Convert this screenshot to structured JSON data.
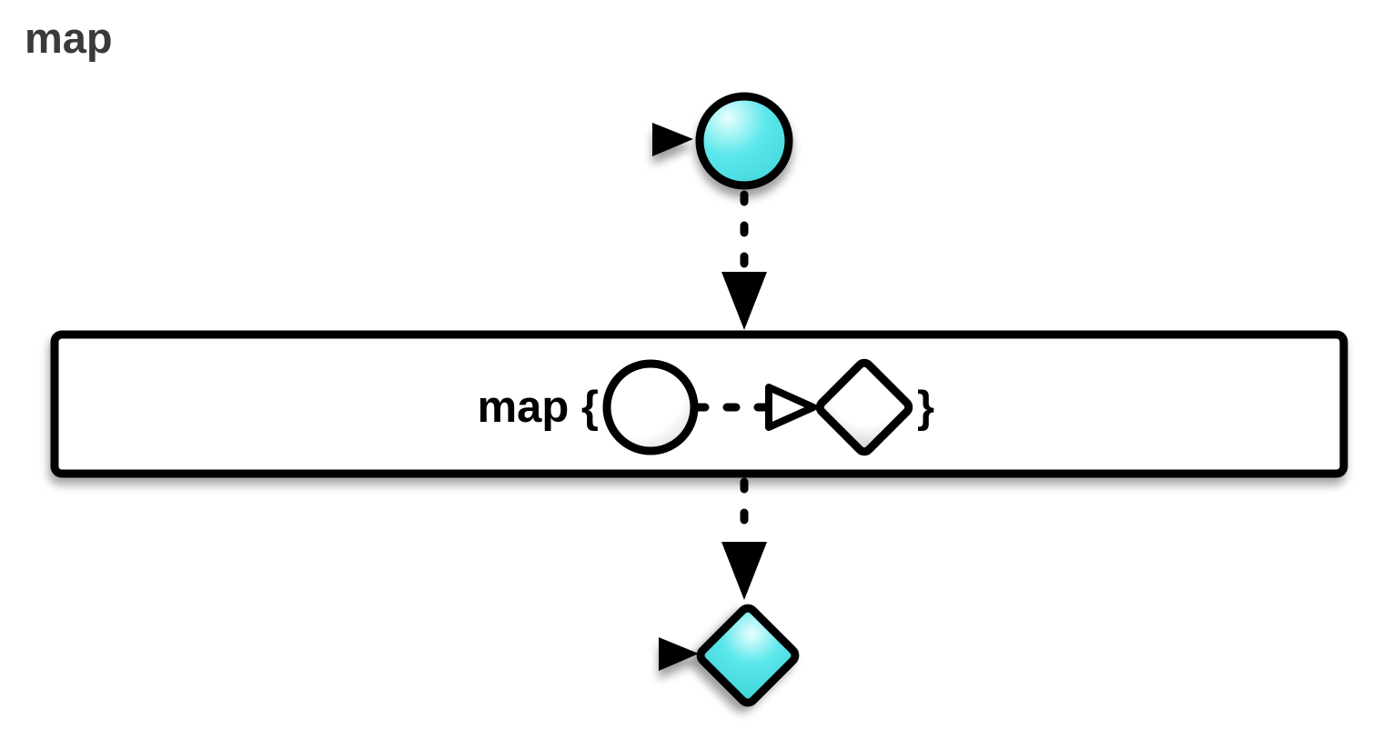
{
  "title": "map",
  "operator_box": {
    "label_prefix": "map {",
    "label_suffix": "}",
    "inner_shapes": [
      "circle-marble",
      "dashed-arrow",
      "triangle-transform-icon",
      "diamond-marble"
    ]
  },
  "input_stream": {
    "marble_shape": "circle",
    "marble_color_name": "cyan"
  },
  "output_stream": {
    "marble_shape": "diamond",
    "marble_color_name": "cyan"
  },
  "colors": {
    "ink": "#000000",
    "title_text": "#3a3a3a",
    "box_fill": "#ffffff",
    "cyan_highlight": "#e9ffff",
    "cyan_mid": "#5ce7eb",
    "cyan_deep": "#3dd2d9",
    "white_marble_highlight": "#ffffff",
    "white_marble_shade": "#c6c6c6"
  }
}
